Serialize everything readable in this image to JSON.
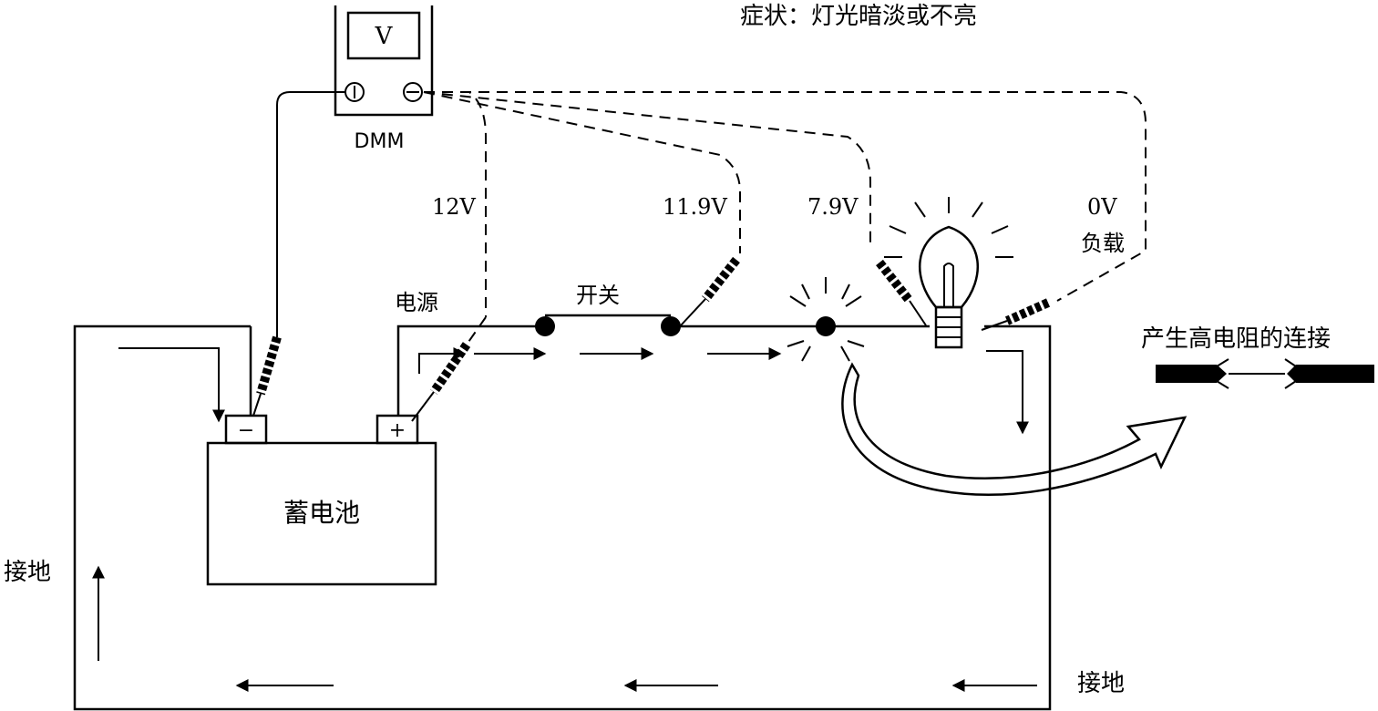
{
  "title": "症状：灯光暗淡或不亮",
  "meter": {
    "display": "V",
    "label": "DMM"
  },
  "readings": [
    {
      "value": "12V"
    },
    {
      "value": "11.9V"
    },
    {
      "value": "7.9V"
    },
    {
      "value": "0V"
    }
  ],
  "labels": {
    "load": "负载",
    "power": "电源",
    "switch": "开关",
    "battery": "蓄电池",
    "battery_neg": "−",
    "battery_pos": "+",
    "ground_left": "接地",
    "ground_right": "接地",
    "high_resistance": "产生高电阻的连接"
  }
}
